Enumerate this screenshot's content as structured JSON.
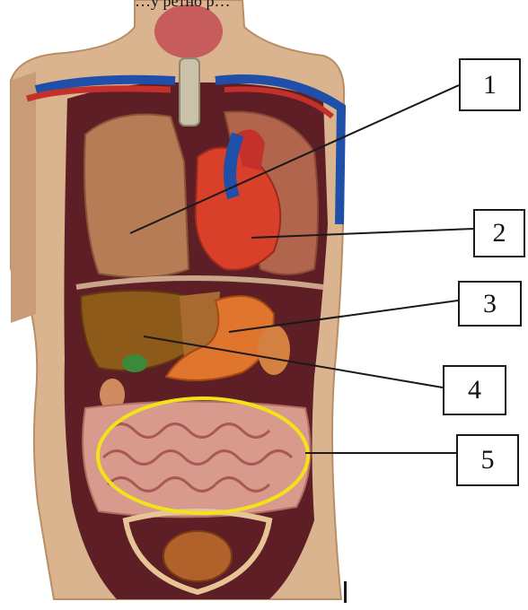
{
  "header": {
    "cut_text": "…у ретно р…"
  },
  "labels": [
    {
      "number": "1",
      "organ": "lung"
    },
    {
      "number": "2",
      "organ": "heart"
    },
    {
      "number": "3",
      "organ": "stomach"
    },
    {
      "number": "4",
      "organ": "liver"
    },
    {
      "number": "5",
      "organ": "intestines"
    }
  ],
  "colors": {
    "skin": "#d9b48f",
    "body_cavity": "#5e1e25",
    "lung": "#b67c55",
    "heart": "#d9402a",
    "artery": "#c4302a",
    "vein": "#1f4fa8",
    "liver": "#8e5a1a",
    "stomach": "#e0762e",
    "intestine": "#d99a8e",
    "highlight_ellipse": "#f2e21a",
    "leader_line": "#1a1a1a"
  }
}
